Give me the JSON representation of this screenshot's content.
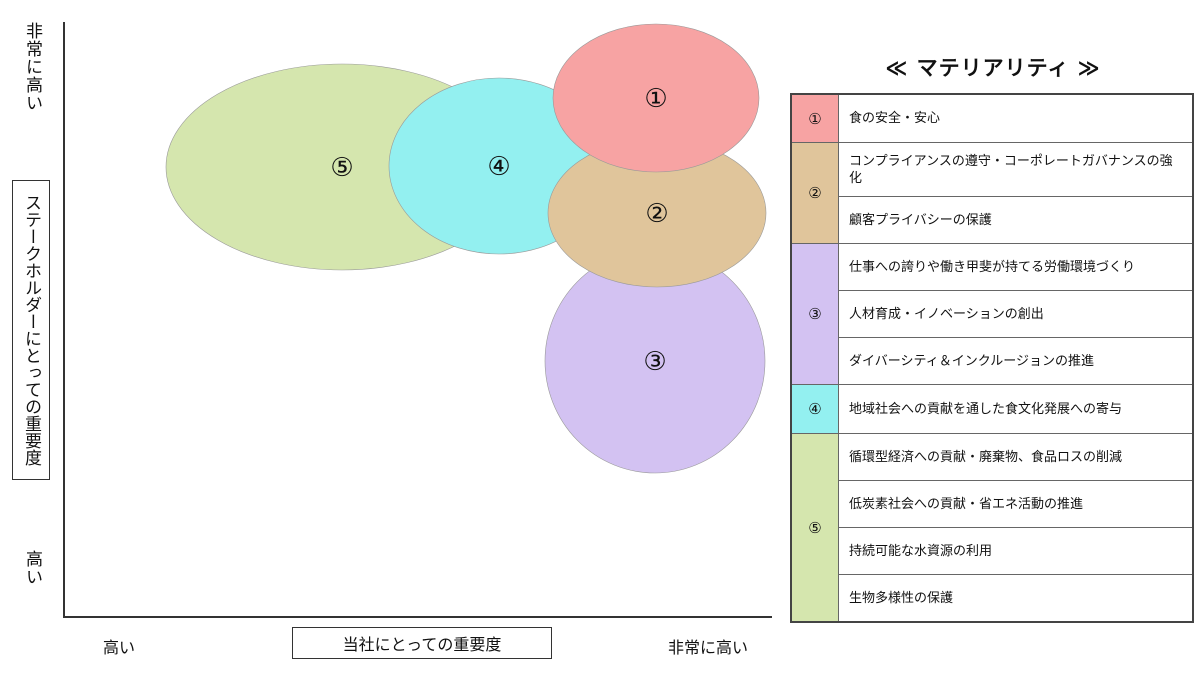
{
  "axes": {
    "y_high": "非常に高い",
    "y_title": "ステークホルダーにとっての重要度",
    "y_low": "高い",
    "x_low": "高い",
    "x_title": "当社にとっての重要度",
    "x_high": "非常に高い"
  },
  "chart_data": {
    "type": "bubble",
    "bubbles": [
      {
        "label": "⑤",
        "color": "#d5e6ae"
      },
      {
        "label": "④",
        "color": "#93f0f0"
      },
      {
        "label": "③",
        "color": "#d3c2f2"
      },
      {
        "label": "②",
        "color": "#e0c59b"
      },
      {
        "label": "①",
        "color": "#f7a3a3"
      }
    ]
  },
  "materiality": {
    "title": "≪ マテリアリティ ≫",
    "groups": [
      {
        "num": "①",
        "color": "#f7a3a3",
        "items": [
          "食の安全・安心"
        ]
      },
      {
        "num": "②",
        "color": "#e0c59b",
        "items": [
          "コンプライアンスの遵守・コーポレートガバナンスの強化",
          "顧客プライバシーの保護"
        ]
      },
      {
        "num": "③",
        "color": "#d3c2f2",
        "items": [
          "仕事への誇りや働き甲斐が持てる労働環境づくり",
          "人材育成・イノベーションの創出",
          "ダイバーシティ＆インクルージョンの推進"
        ]
      },
      {
        "num": "④",
        "color": "#93f0f0",
        "items": [
          "地域社会への貢献を通した食文化発展への寄与"
        ]
      },
      {
        "num": "⑤",
        "color": "#d5e6ae",
        "items": [
          "循環型経済への貢献・廃棄物、食品ロスの削減",
          "低炭素社会への貢献・省エネ活動の推進",
          "持続可能な水資源の利用",
          "生物多様性の保護"
        ]
      }
    ]
  }
}
